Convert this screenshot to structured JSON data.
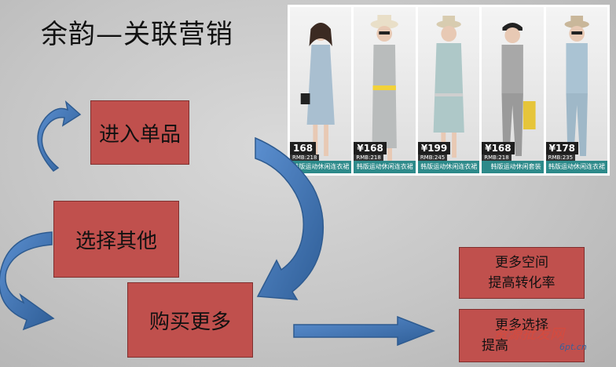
{
  "title": "余韵—关联营销",
  "boxes": {
    "enter_item": "进入单品",
    "choose_other": "选择其他",
    "buy_more": "购买更多",
    "more_space_line1": "更多空间",
    "more_space_line2": "提高转化率",
    "more_choice_line1": "更多选择",
    "more_choice_line2": "提高"
  },
  "products": [
    {
      "price": "168",
      "rmb": "RMB:218",
      "caption": "韩版运动休闲连衣裙",
      "dress": "#a9bfd0"
    },
    {
      "price": "¥168",
      "rmb": "RMB:218",
      "caption": "韩版运动休闲连衣裙",
      "dress": "#b9bcbc"
    },
    {
      "price": "¥199",
      "rmb": "RMB:245",
      "caption": "韩版运动休闲连衣裙",
      "dress": "#aec8c8"
    },
    {
      "price": "¥168",
      "rmb": "RMB:218",
      "caption": "韩版运动休闲套装",
      "dress": "#a8a8a8"
    },
    {
      "price": "¥178",
      "rmb": "RMB:235",
      "caption": "韩版运动休闲连衣裙",
      "dress": "#aac3d3"
    }
  ],
  "watermark": {
    "text": "资源批发网",
    "url": "6pt.cn"
  },
  "colors": {
    "box": "#c0504d",
    "arrow": "#4f81bd",
    "arrow_dark": "#2e5b90"
  }
}
